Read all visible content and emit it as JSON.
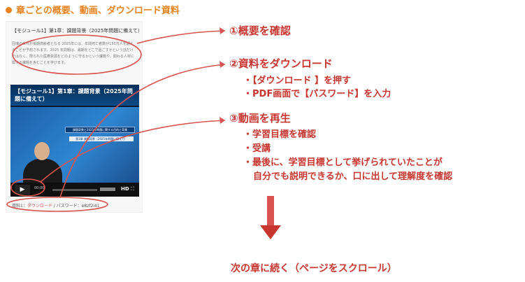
{
  "heading": "章ごとの概要、動画、ダウンロード資料",
  "screenshot": {
    "title": "【モジュール1】第1章：課題背景（2025年問題に備えて）",
    "paragraph": "団塊の世代が後期高齢者となる 2025年には、年間死亡者数が150万人を超えることが予想されます。2025 年問題は、最期をどこで過ごすかという話だけではなく、限られた医療資源をどのように守るかという課題や、関わる人材に関する課題を含むことを学びます。",
    "video_title": "【モジュール1】第1章：課題背景（2025年問題に備えて）",
    "slide_line1": "課題背景と2025年問題に関する目的と背景",
    "slide_line2": "第1章 課題背景（2025年問題に備えて）",
    "time": "00:00",
    "progress": 0,
    "hd": "HD",
    "material_prefix": "資料1：",
    "material_link": "ダウンロード",
    "material_suffix": " / パスワード：e8zf2i41"
  },
  "callouts": {
    "c1": "①概要を確認",
    "c2": "②資料をダウンロード",
    "c2_items": [
      "・【ダウンロード 】を押す",
      "・PDF画面で【パスワード】を入力"
    ],
    "c3": "③動画を再生",
    "c3_items": [
      "・学習目標を確認",
      "・受講",
      "・最後に、学習目標として挙げられていたことが",
      "自分でも説明できるか、口に出して理解度を確認"
    ]
  },
  "next": "次の章に続く（ページをスクロール）",
  "colors": {
    "accent_orange": "#e8821e",
    "callout_red": "#c8362f",
    "arrow_red": "#d9534f"
  }
}
